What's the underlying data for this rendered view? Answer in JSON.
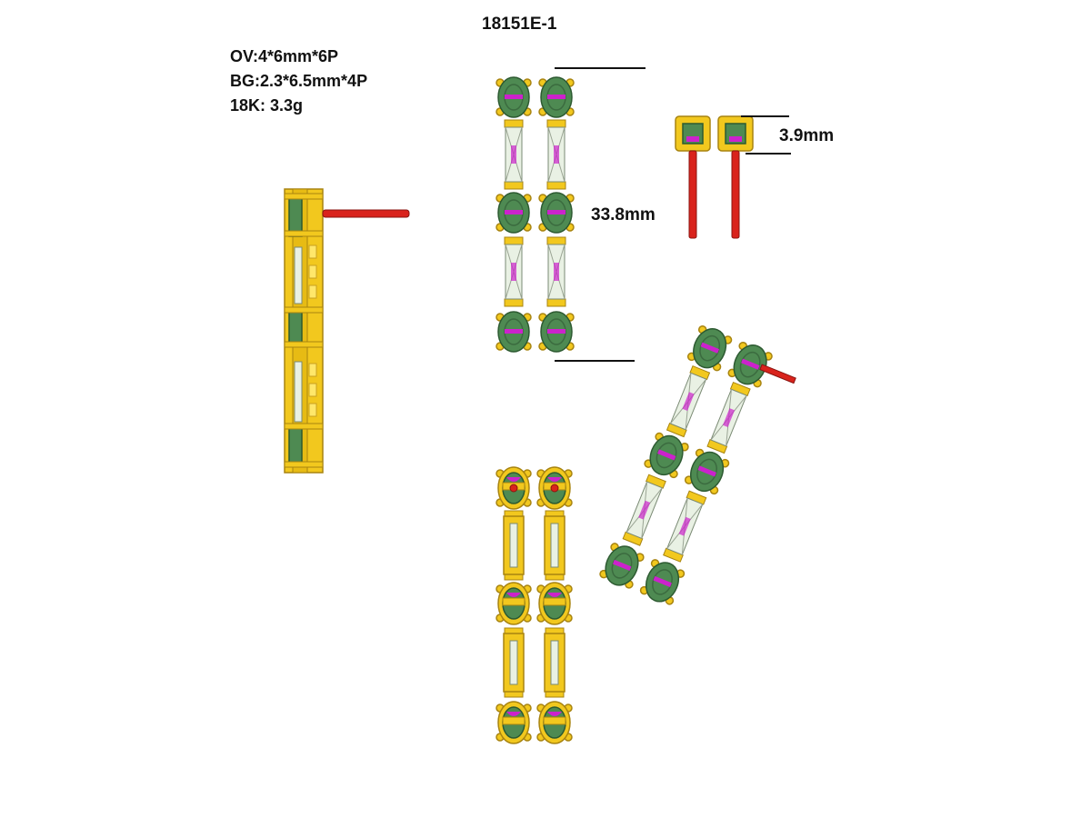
{
  "title": "18151E-1",
  "specs": {
    "oval": "OV:4*6mm*6P",
    "baguette": "BG:2.3*6.5mm*4P",
    "metal": "18K: 3.3g"
  },
  "dimensions": {
    "length": "33.8mm",
    "depth": "3.9mm"
  },
  "colors": {
    "gold": "#f2c81e",
    "gold_dark": "#a88410",
    "emerald": "#4e8a52",
    "emerald_dark": "#2d5a31",
    "diamond": "#e9f1e4",
    "post": "#d9231c",
    "marker": "#cc22cc",
    "marker_blue": "#2a36c8"
  }
}
